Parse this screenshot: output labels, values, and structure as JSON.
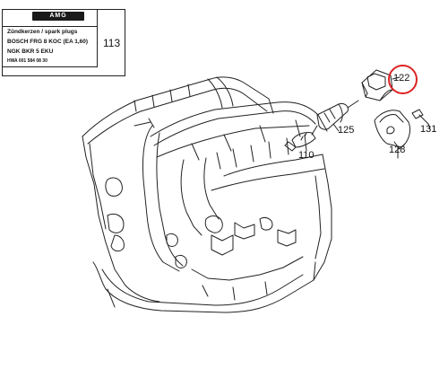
{
  "legend": {
    "logo": "AMG",
    "title": "Zündkerzen / spark plugs",
    "row1": "BOSCH    FRG 8 KOC  (EA 1,60)",
    "row2": "NGK         BKR 5 EKU",
    "row3": "HWA 001 584 08 30",
    "box_number": "113"
  },
  "parts": {
    "p122": "122",
    "p125": "125",
    "p131": "131",
    "p110": "110",
    "p128": "128"
  },
  "colors": {
    "line": "#222222",
    "highlight": "#dd2222"
  }
}
